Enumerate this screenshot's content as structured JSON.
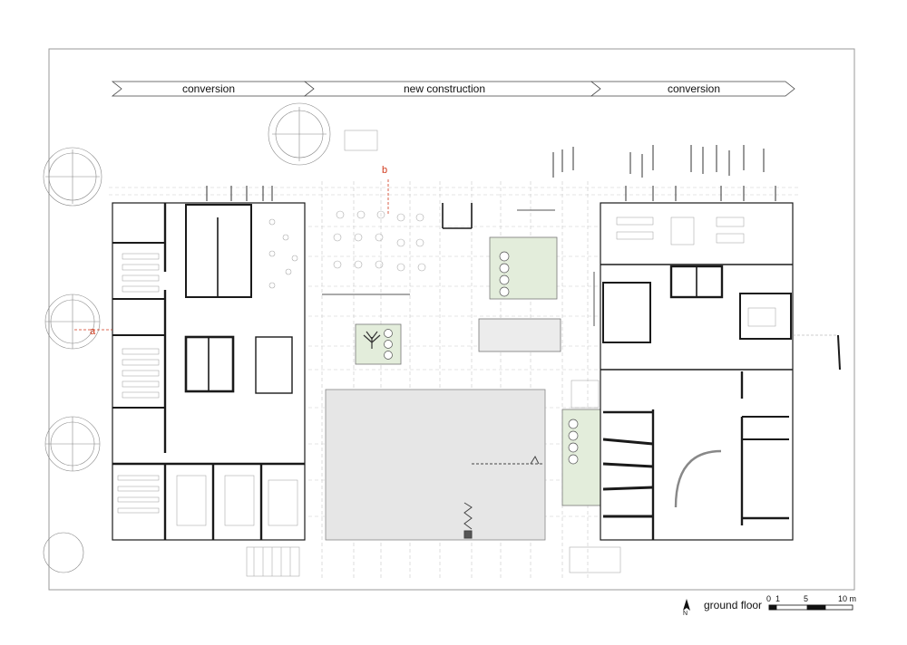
{
  "banner": {
    "left_label": "conversion",
    "center_label": "new construction",
    "right_label": "conversion"
  },
  "markers": {
    "a": "a",
    "b": "b"
  },
  "legend": {
    "north": "N",
    "floor_label": "ground floor",
    "scale_ticks": [
      "0",
      "1",
      "5",
      "10 m"
    ]
  },
  "colors": {
    "line": "#1a1a1a",
    "grid": "#c9c9c9",
    "hall_fill": "#e6e6e6",
    "green_fill": "#e3eddb",
    "marker": "#d0391c"
  }
}
